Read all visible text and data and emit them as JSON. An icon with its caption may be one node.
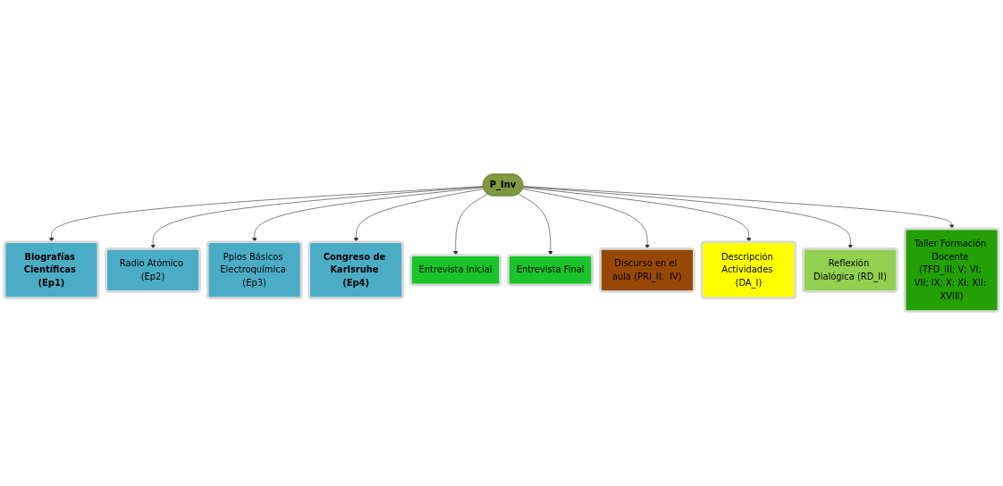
{
  "diagram": {
    "nodes": [
      {
        "text": [
          "Biografías Científicas (Ep1)"
        ]
      },
      {
        "text": [
          "Radio Atómico (Ep2)"
        ]
      },
      {
        "text": [
          "Ppios Básicos Electroquímica (Ep3)"
        ]
      },
      {
        "text": [
          "Congreso de Karlsruhe (Ep4)"
        ]
      },
      {
        "text": [
          "Entrevista Inicial"
        ]
      },
      {
        "text": [
          "P_Inv"
        ]
      },
      {
        "text": [
          "Entrevista Final"
        ]
      },
      {
        "text": [
          "Discurso en el aula (PRI_II;  IV)"
        ]
      },
      {
        "text": [
          "Descripción Actividades (DA_I)"
        ]
      },
      {
        "text": [
          "Reflexión Dialógica (RD_II)"
        ]
      },
      {
        "text": [
          "Taller Formación Docente (TFD_III; V; VI; VII; IX; X: XI: XII: XVIII)"
        ]
      }
    ],
    "edges": [
      {
        "from": 5,
        "to": 0,
        "arrow": "to"
      },
      {
        "from": 5,
        "to": 1,
        "arrow": "to"
      },
      {
        "from": 5,
        "to": 2,
        "arrow": "to"
      },
      {
        "from": 5,
        "to": 3,
        "arrow": "to"
      },
      {
        "from": 5,
        "to": 4,
        "arrow": "to"
      },
      {
        "from": 5,
        "to": 6,
        "arrow": "to"
      },
      {
        "from": 5,
        "to": 7,
        "arrow": "to"
      },
      {
        "from": 5,
        "to": 8,
        "arrow": "to"
      },
      {
        "from": 5,
        "to": 9,
        "arrow": "to"
      },
      {
        "from": 5,
        "to": 10,
        "arrow": "to"
      }
    ]
  }
}
